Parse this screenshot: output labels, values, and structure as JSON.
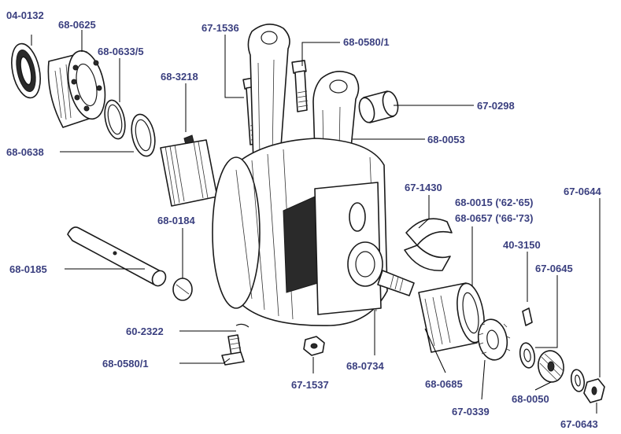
{
  "colors": {
    "label": "#3a3f7f",
    "ink": "#1a1a1a",
    "background": "#ffffff"
  },
  "labels": {
    "p04_0132": "04-0132",
    "p68_0625": "68-0625",
    "p68_0633_5": "68-0633/5",
    "p68_3218": "68-3218",
    "p67_1536": "67-1536",
    "p68_0580_1_top": "68-0580/1",
    "p67_0298": "67-0298",
    "p68_0053": "68-0053",
    "p68_0638": "68-0638",
    "p67_1430": "67-1430",
    "p68_0015": "68-0015 ('62-'65)",
    "p68_0657": "68-0657 ('66-'73)",
    "p67_0644": "67-0644",
    "p68_0184": "68-0184",
    "p40_3150": "40-3150",
    "p68_0185": "68-0185",
    "p67_0645": "67-0645",
    "p60_2322": "60-2322",
    "p68_0580_1_bottom": "68-0580/1",
    "p68_0734": "68-0734",
    "p67_1537": "67-1537",
    "p68_0685": "68-0685",
    "p68_0050": "68-0050",
    "p67_0339": "67-0339",
    "p67_0643": "67-0643"
  }
}
